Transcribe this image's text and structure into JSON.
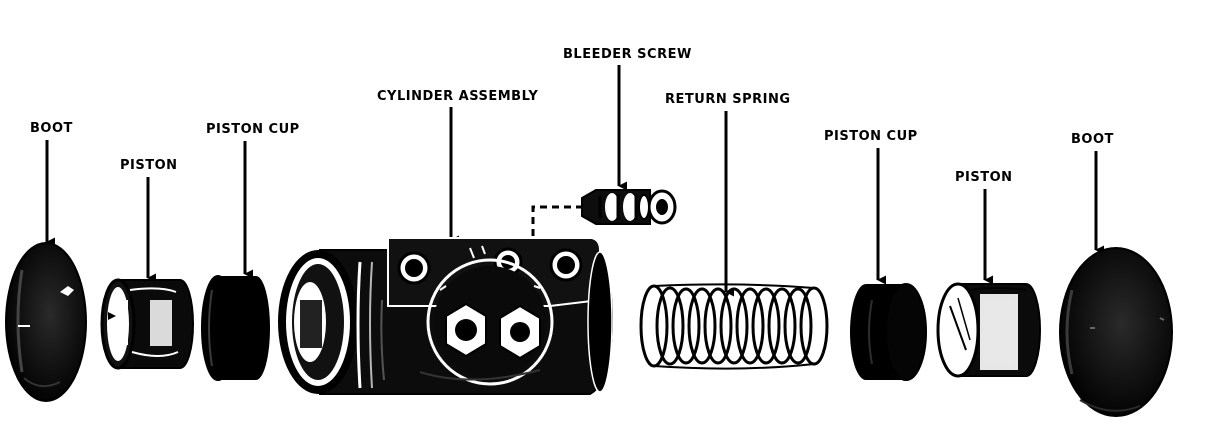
{
  "diagram": {
    "labels": {
      "boot_left": "BOOT",
      "piston_left": "PISTON",
      "piston_cup_left": "PISTON CUP",
      "cylinder_assembly": "CYLINDER ASSEMBLY",
      "bleeder_screw": "BLEEDER SCREW",
      "return_spring": "RETURN SPRING",
      "piston_cup_right": "PISTON CUP",
      "piston_right": "PISTON",
      "boot_right": "BOOT"
    }
  }
}
